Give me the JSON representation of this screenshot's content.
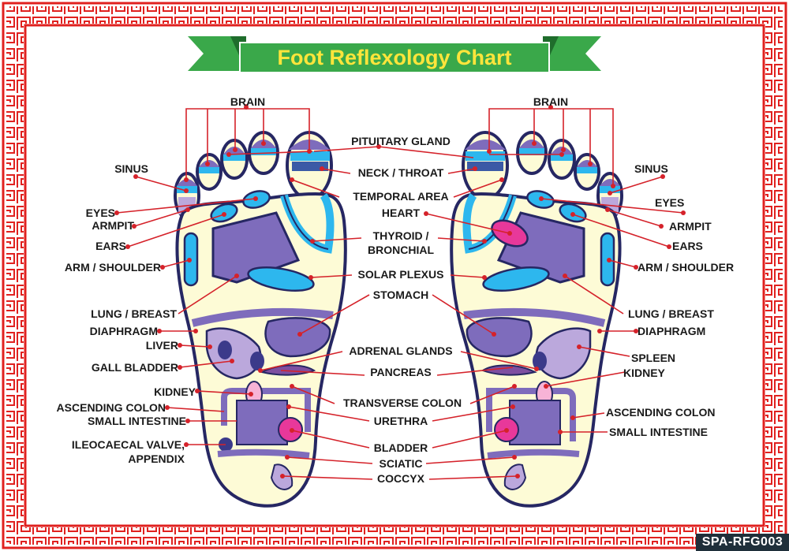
{
  "title": "Foot Reflexology Chart",
  "code": "SPA-RFG003",
  "colors": {
    "frame_red": "#e0211f",
    "banner_green": "#3aa84a",
    "title_yellow": "#ffe53b",
    "foot_outline": "#262763",
    "foot_fill": "#fdfbd6",
    "light_blue": "#2db7ee",
    "purple": "#7e6cbc",
    "lavender": "#bba8dc",
    "magenta": "#e8389a",
    "pink": "#f07bb2",
    "dot_red": "#d5222a"
  },
  "labels": {
    "brain": "BRAIN",
    "pituitary": "PITUITARY GLAND",
    "sinus": "SINUS",
    "neck_throat": "NECK  / THROAT",
    "temporal": "TEMPORAL AREA",
    "eyes": "EYES",
    "armpit": "ARMPIT",
    "heart": "HEART",
    "ears": "EARS",
    "thyroid_1": "THYROID /",
    "thyroid_2": "BRONCHIAL",
    "arm_shoulder": "ARM / SHOULDER",
    "solar_plexus": "SOLAR PLEXUS",
    "stomach": "STOMACH",
    "lung_breast": "LUNG / BREAST",
    "diaphragm": "DIAPHRAGM",
    "liver": "LIVER",
    "spleen": "SPLEEN",
    "adrenal": "ADRENAL GLANDS",
    "gall_bladder": "GALL BLADDER",
    "pancreas": "PANCREAS",
    "kidney": "KIDNEY",
    "transverse_colon": "TRANSVERSE COLON",
    "ascending_colon": "ASCENDING COLON",
    "urethra": "URETHRA",
    "small_intestine": "SMALL INTESTINE",
    "ileo_1": "ILEOCAECAL VALVE,",
    "ileo_2": "APPENDIX",
    "bladder": "BLADDER",
    "sciatic": "SCIATIC",
    "coccyx": "COCCYX"
  }
}
